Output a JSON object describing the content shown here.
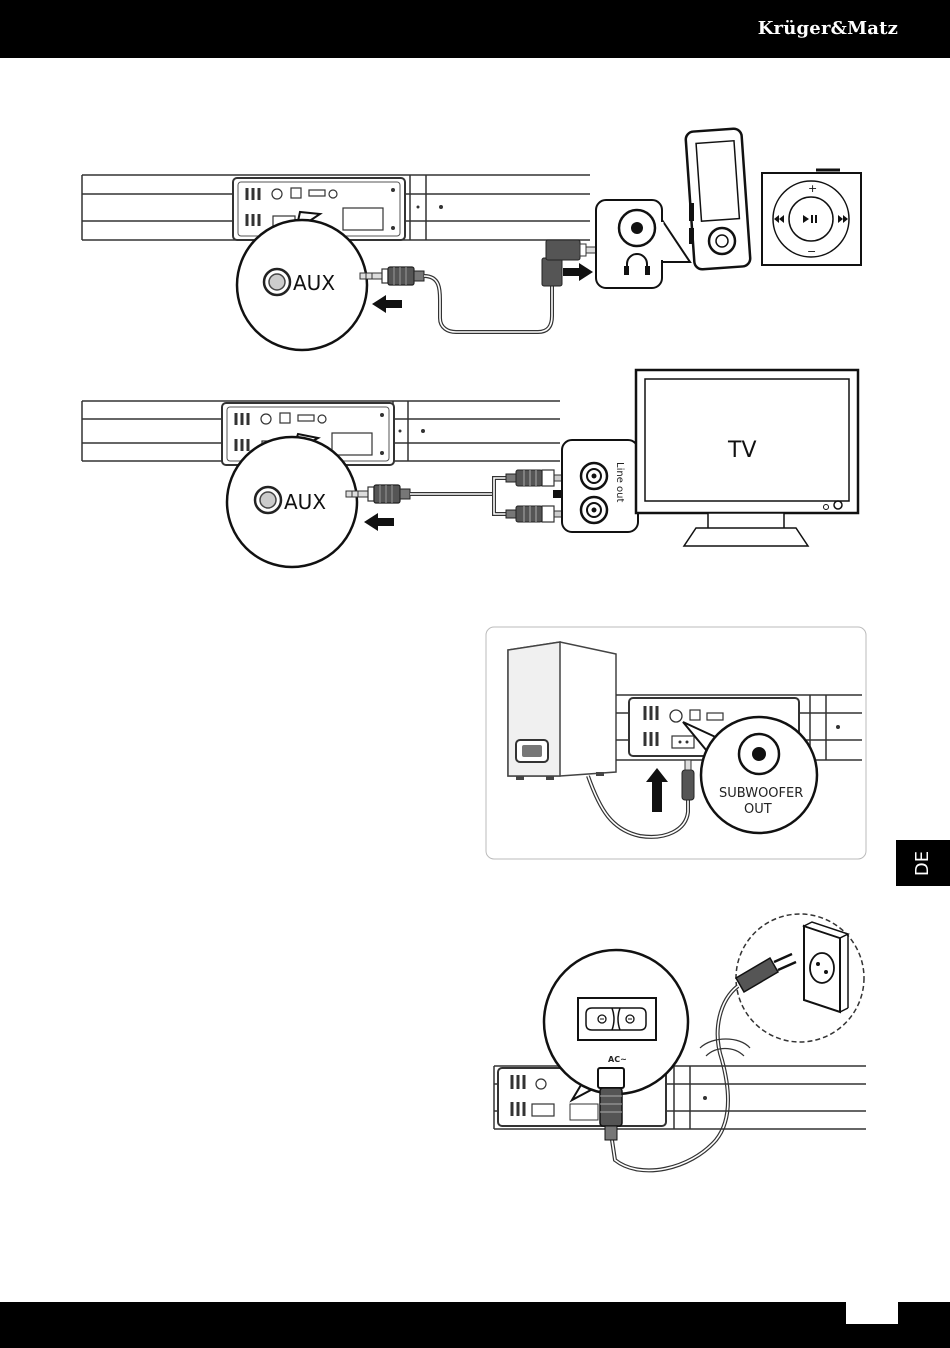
{
  "header": {
    "brand": "Krüger&Matz"
  },
  "side_tab": {
    "language": "DE"
  },
  "diagram1": {
    "aux_label": "AUX"
  },
  "diagram2": {
    "aux_label": "AUX",
    "tv_label": "TV",
    "line_out_label": "Line out"
  },
  "diagram3": {
    "subwoofer_label_line1": "SUBWOOFER",
    "subwoofer_label_line2": "OUT"
  },
  "diagram4": {
    "ac_label": "AC~"
  },
  "player": {
    "plus": "+",
    "minus": "−"
  }
}
